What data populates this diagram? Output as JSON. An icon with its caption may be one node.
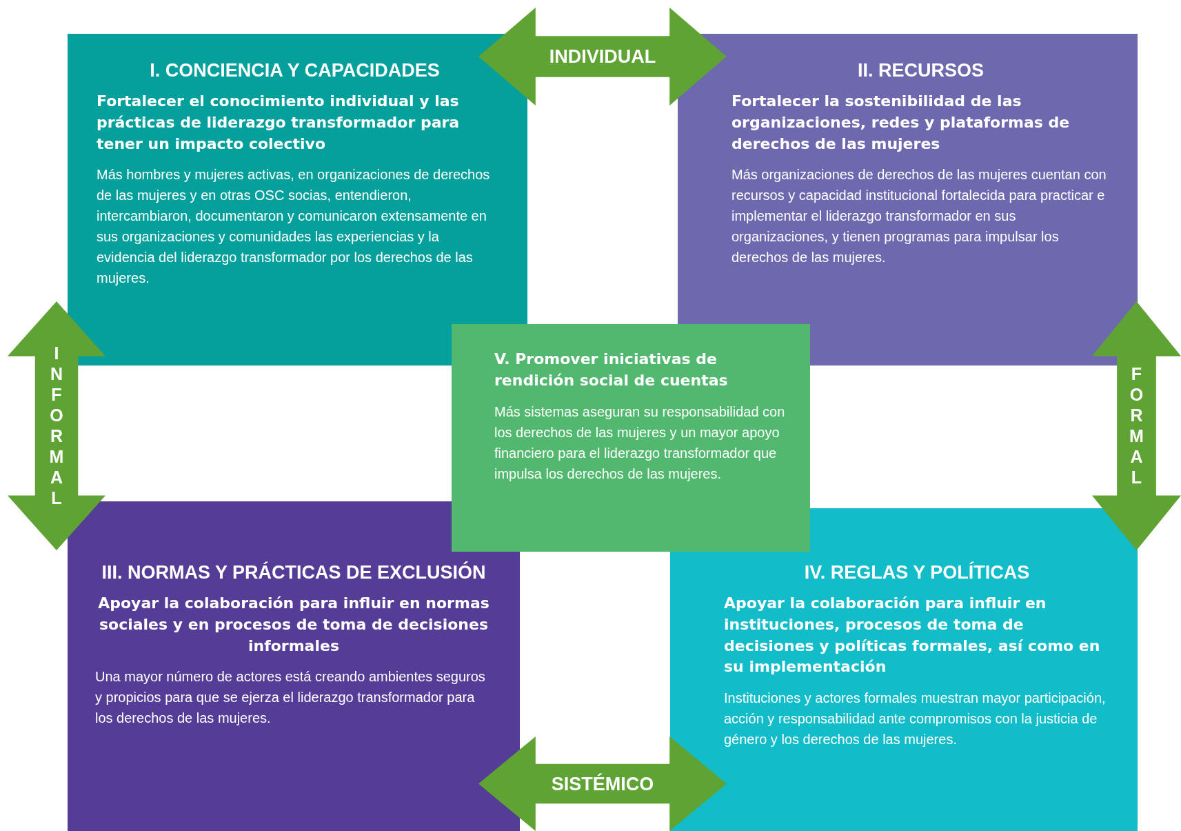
{
  "diagram": {
    "nodes": [
      {
        "text": [
          "I. CONCIENCIA Y CAPACIDADES",
          "Fortalecer el conocimiento individual y las prácticas de liderazgo transformador para tener un impacto colectivo",
          "Más hombres y mujeres activas, en organizaciones de derechos de las mujeres y en otras OSC socias, entendieron, intercambiaron, documentaron y comunicaron extensamente en sus organizaciones y comunidades las experiencias y la evidencia del liderazgo transformador por los derechos de las mujeres."
        ]
      },
      {
        "text": [
          "II. RECURSOS",
          "Fortalecer la sostenibilidad de las organizaciones, redes y plataformas de derechos de las mujeres",
          "Más organizaciones de derechos de las mujeres cuentan con recursos y capacidad institucional fortalecida para practicar e implementar el liderazgo transformador en sus organizaciones, y tienen programas para impulsar los derechos de las mujeres."
        ]
      },
      {
        "text": [
          "III. NORMAS Y PRÁCTICAS DE EXCLUSIÓN",
          "Apoyar la colaboración para influir en normas sociales y en procesos de toma de decisiones informales",
          "Una mayor número de actores está creando ambientes seguros y propicios para que se ejerza el liderazgo transformador para los derechos de las mujeres."
        ]
      },
      {
        "text": [
          "IV. REGLAS Y POLÍTICAS",
          "Apoyar la colaboración para influir en instituciones, procesos de toma de decisiones y políticas formales, así como en su implementación",
          "Instituciones y actores formales muestran mayor participación, acción y responsabilidad ante compromisos con la justicia de género y los derechos de las mujeres."
        ]
      },
      {
        "text": [
          "V. Promover iniciativas de rendición social de cuentas",
          "Más sistemas aseguran su responsabilidad con los derechos de las mujeres y un mayor apoyo financiero para el liderazgo transformador que impulsa los derechos de las mujeres."
        ]
      }
    ],
    "edges": [
      {
        "from": 0,
        "to": 1,
        "arrow": "both",
        "label": "INDIVIDUAL"
      },
      {
        "from": 0,
        "to": 2,
        "arrow": "both",
        "label": "INFORMAL"
      },
      {
        "from": 1,
        "to": 3,
        "arrow": "both",
        "label": "FORMAL"
      },
      {
        "from": 2,
        "to": 3,
        "arrow": "both",
        "label": "SISTÉMICO"
      }
    ]
  }
}
